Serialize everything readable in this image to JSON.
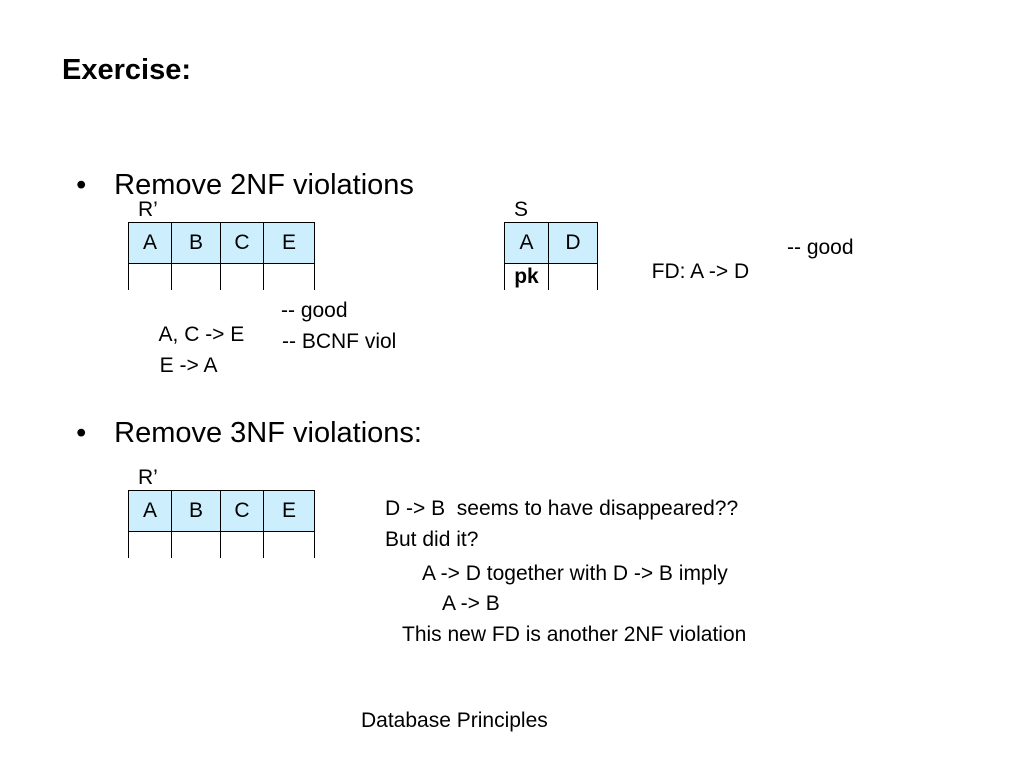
{
  "title": "Exercise:",
  "bullets": [
    {
      "marker": "•",
      "text": "Remove 2NF violations"
    },
    {
      "marker": "•",
      "text": "Remove 3NF violations:"
    }
  ],
  "relation_r1": {
    "name": "R’",
    "columns": [
      "A",
      "B",
      "C",
      "E"
    ]
  },
  "relation_s": {
    "name": "S",
    "columns": [
      "A",
      "D"
    ],
    "key_label": "pk"
  },
  "fd_s": {
    "fd": "FD: A -> D",
    "note": "-- good"
  },
  "fds_r1": [
    {
      "fd": "A, C -> E",
      "note": "-- good"
    },
    {
      "fd": "E -> A",
      "note": "-- BCNF viol"
    }
  ],
  "relation_r2": {
    "name": "R’",
    "columns": [
      "A",
      "B",
      "C",
      "E"
    ]
  },
  "discussion": [
    "D -> B  seems to have disappeared??",
    "But did it?",
    "A -> D together with D -> B imply",
    "A -> B",
    "This new FD is another 2NF violation"
  ],
  "footer": "Database Principles"
}
